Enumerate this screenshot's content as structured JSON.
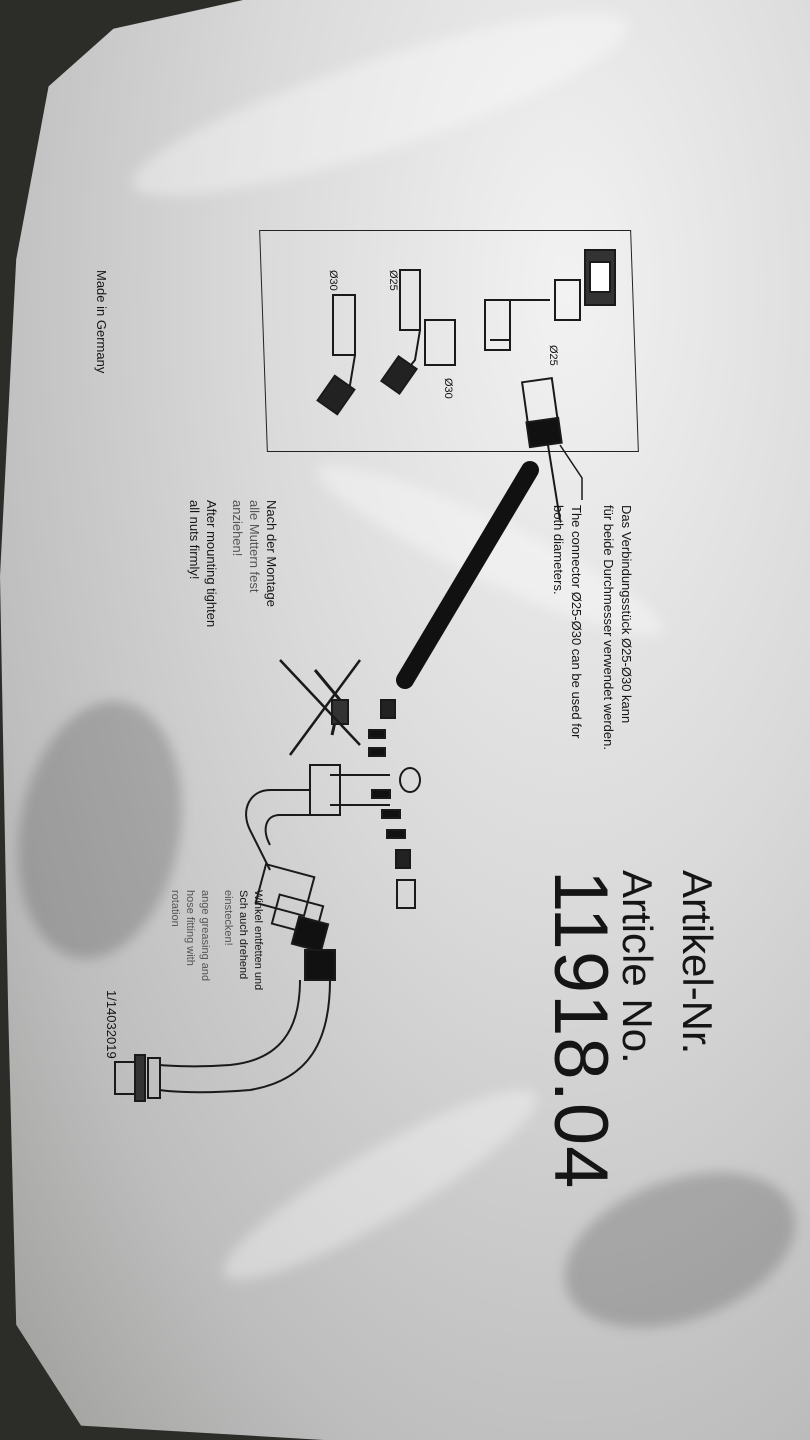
{
  "article": {
    "label_de": "Artikel-Nr.",
    "label_en": "Article No.",
    "number": "11918.04"
  },
  "connector_note": {
    "de_line1": "Das Verbindungsstück Ø25-Ø30 kann",
    "de_line2": "für beide Durchmesser verwendet werden.",
    "en_line1": "The connector Ø25-Ø30 can be used for",
    "en_line2": "both diameters."
  },
  "inset_labels": {
    "d25_a": "Ø25",
    "d30_a": "Ø30",
    "d25_b": "Ø25",
    "d30_b": "Ø30"
  },
  "mounting_note": {
    "de_line1": "Nach der Montage",
    "de_line2": "alle Muttern fest",
    "de_line3": "anziehen!",
    "en_line1": "After mounting tighten",
    "en_line2": "all nuts firmly!"
  },
  "elbow_note": {
    "line1": "Winkel entfetten und",
    "line2": "Sch auch drehend",
    "line3": "einstecken!",
    "line4": "ange greasing and",
    "line5": "hose fitting with",
    "line6": "rotation"
  },
  "footer": {
    "made_in": "Made in Germany",
    "date_code": "1/14032019"
  }
}
